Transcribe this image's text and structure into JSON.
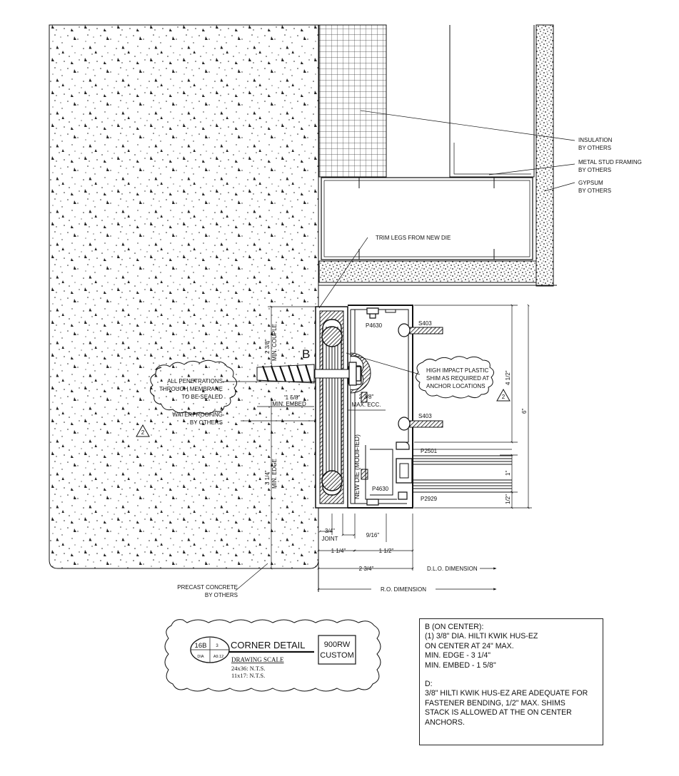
{
  "labels": {
    "insulation": [
      "INSULATION",
      "BY OTHERS"
    ],
    "metal_stud": [
      "METAL STUD FRAMING",
      "BY OTHERS"
    ],
    "gypsum": [
      "GYPSUM",
      "BY OTHERS"
    ],
    "trim_legs": "TRIM LEGS FROM NEW DIE",
    "shim": [
      "HIGH IMPACT PLASTIC",
      "SHIM AS REQUIRED AT",
      "ANCHOR LOCATIONS"
    ],
    "penetrations": [
      "ALL PENETRATIONS",
      "THROUGH MEMBRANE",
      "TO BE SEALED"
    ],
    "waterproofing": [
      "WATERPROOFING",
      "BY OTHERS"
    ],
    "precast": [
      "PRECAST CONCRETE",
      "BY OTHERS"
    ],
    "new_die": "NEW DIE (MODIFIED)",
    "anchor_tag": "B",
    "revision": "2"
  },
  "parts": {
    "p4630_top": "P4630",
    "s403_top": "S403",
    "s403_bottom": "S403",
    "p2501": "P2501",
    "p4630_bottom": "P4630",
    "p2929": "P2929"
  },
  "dimensions": {
    "min_couple": [
      "2 3/8\"",
      "MIN. COUPLE"
    ],
    "min_embed": [
      "1 5/8\"",
      "MIN. EMBED"
    ],
    "max_ecc": [
      "2 3/8\"",
      "MAX. ECC."
    ],
    "min_edge": [
      "3 1/4\"",
      "MIN. EDGE"
    ],
    "joint": [
      "3/4\"",
      "JOINT"
    ],
    "d_9_16": "9/16\"",
    "d_1_1_4": "1 1/4\"",
    "d_1_1_2": "1 1/2\"",
    "d_2_3_4": "2 3/4\"",
    "dlo": "D.L.O. DIMENSION",
    "ro": "R.O. DIMENSION",
    "d_4_1_2": "4 1/2\"",
    "d_6": "6\"",
    "d_1": "1\"",
    "d_1_2": "1/2\""
  },
  "title_block": {
    "detail_number": "16B",
    "sheet_a": "3",
    "sheet_label_a": "DIA",
    "sheet_label_b": "A9.12",
    "title": "CORNER DETAIL",
    "scale_heading": "DRAWING SCALE",
    "scale_1": "24x36: N.T.S.",
    "scale_2": "11x17: N.T.S.",
    "system": [
      "900RW",
      "CUSTOM"
    ]
  },
  "notes": {
    "b_heading": "B (ON CENTER):",
    "b_lines": [
      "(1) 3/8\" DIA. HILTI KWIK HUS-EZ",
      "ON CENTER AT 24\" MAX.",
      "MIN. EDGE - 3 1/4\"",
      "MIN. EMBED - 1 5/8\""
    ],
    "d_heading": "D:",
    "d_lines": [
      "3/8\" HILTI KWIK HUS-EZ ARE ADEQUATE FOR",
      "FASTENER BENDING, 1/2\" MAX. SHIMS",
      "STACK IS ALLOWED AT THE ON CENTER",
      "ANCHORS."
    ]
  }
}
